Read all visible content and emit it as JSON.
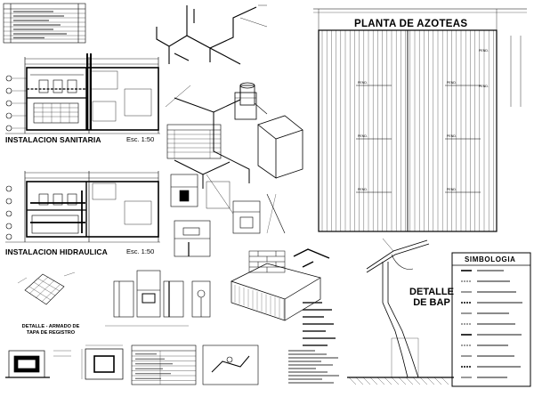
{
  "sheet": {
    "titles": {
      "sanitaria": "INSTALACION SANITARIA",
      "sanitaria_scale": "Esc. 1:50",
      "hidraulica": "INSTALACION HIDRAULICA",
      "hidraulica_scale": "Esc. 1:50",
      "azoteas": "PLANTA DE AZOTEAS",
      "simbologia": "SIMBOLOGIA",
      "bap_line1": "DETALLE",
      "bap_line2": "DE BAP",
      "registro_line1": "DETALLE - ARMADO DE",
      "registro_line2": "TAPA DE REGISTRO"
    },
    "roof_labels": [
      "PEND.",
      "PEND.",
      "PEND.",
      "PEND.",
      "PEND.",
      "PEND.",
      "PEND.",
      "PEND."
    ]
  }
}
